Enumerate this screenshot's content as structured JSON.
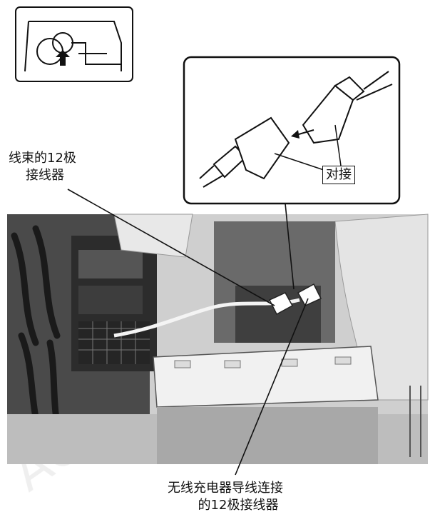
{
  "labels": {
    "harness_connector_line1": "线束的12极",
    "harness_connector_line2": "接线器",
    "connect_tag": "对接",
    "charger_connector_line1": "无线充电器导线连接",
    "charger_connector_line2": "的12极接线器"
  },
  "colors": {
    "ink": "#111111",
    "photo_dark": "#3a3a3a",
    "photo_mid": "#8a8a8a",
    "photo_light": "#d6d6d6",
    "watermark": "#e6e6e6"
  }
}
